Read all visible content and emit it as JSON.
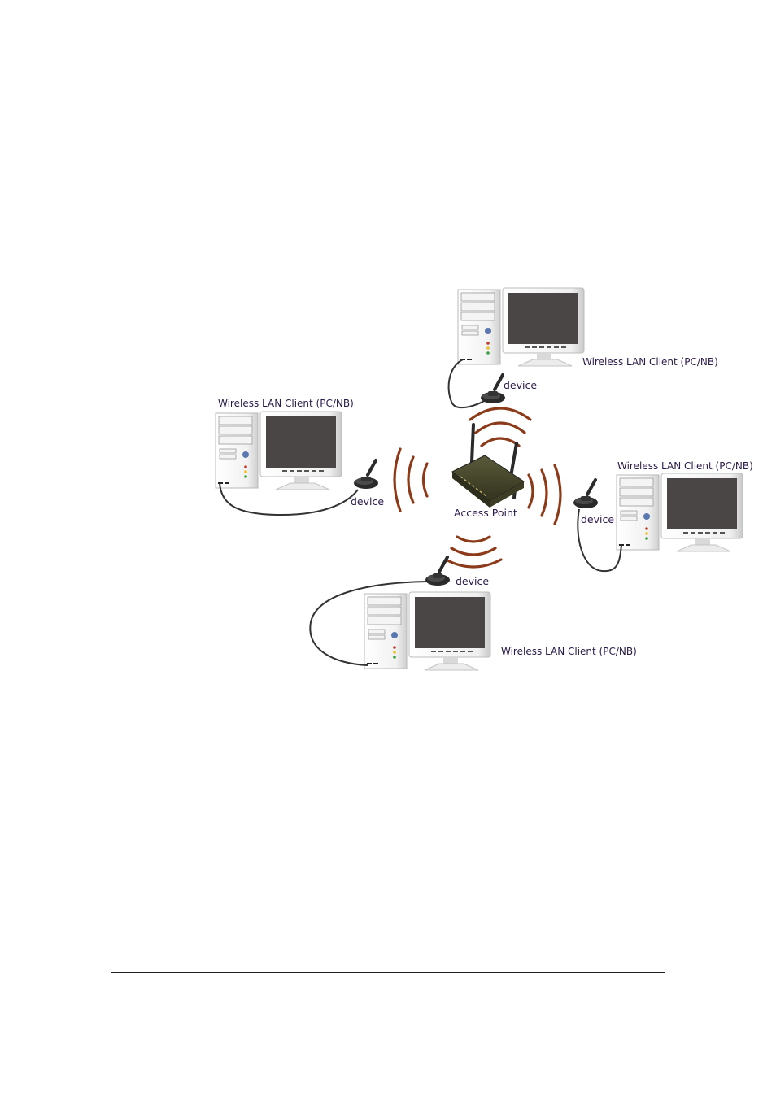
{
  "diagram": {
    "access_point_label": "Access Point",
    "device_label": "device",
    "client_label": "Wireless LAN Client (PC/NB)",
    "clients": [
      {
        "position": "top",
        "label": "Wireless LAN Client (PC/NB)",
        "adapter_label": "device"
      },
      {
        "position": "left",
        "label": "Wireless LAN Client (PC/NB)",
        "adapter_label": "device"
      },
      {
        "position": "right",
        "label": "Wireless LAN Client (PC/NB)",
        "adapter_label": "device"
      },
      {
        "position": "bottom",
        "label": "Wireless LAN Client (PC/NB)",
        "adapter_label": "device"
      }
    ],
    "colors": {
      "signal_waves": "#8b3a1a",
      "label_text": "#2b1a4a",
      "screen": "#4a4645",
      "router_body": "#4a4a2e"
    }
  }
}
